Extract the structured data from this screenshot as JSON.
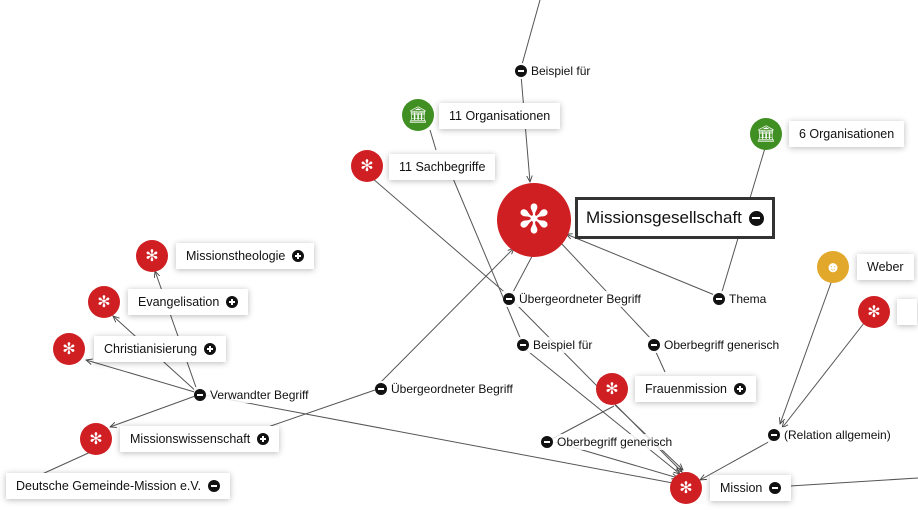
{
  "colors": {
    "concept": "#cf1f23",
    "organisation": "#3f8f22",
    "person": "#e2a82b",
    "edge": "#444444"
  },
  "nodes": {
    "missionsgesellschaft": {
      "label": "Missionsgesellschaft",
      "icon": "concept-icon"
    },
    "orgs11": {
      "label": "11 Organisationen",
      "icon": "building-icon"
    },
    "orgs6": {
      "label": "6 Organisationen",
      "icon": "building-icon"
    },
    "sach11": {
      "label": "11 Sachbegriffe",
      "icon": "concept-icon"
    },
    "missionstheologie": {
      "label": "Missionstheologie",
      "icon": "concept-icon"
    },
    "evangelisation": {
      "label": "Evangelisation",
      "icon": "concept-icon"
    },
    "christianisierung": {
      "label": "Christianisierung",
      "icon": "concept-icon"
    },
    "missionswissenschaft": {
      "label": "Missionswissenschaft",
      "icon": "concept-icon"
    },
    "deutsche": {
      "label": "Deutsche Gemeinde-Mission e.V."
    },
    "frauenmission": {
      "label": "Frauenmission",
      "icon": "concept-icon"
    },
    "mission": {
      "label": "Mission",
      "icon": "concept-icon"
    },
    "weber": {
      "label": "Weber",
      "icon": "person-icon"
    }
  },
  "edge_labels": {
    "beispiel_top": "Beispiel für",
    "uebergeordnet1": "Übergeordneter Begriff",
    "thema": "Thema",
    "oberbegriff1": "Oberbegriff generisch",
    "beispiel_mid": "Beispiel für",
    "verwandt": "Verwandter Begriff",
    "uebergeordnet2": "Übergeordneter Begriff",
    "oberbegriff2": "Oberbegriff generisch",
    "relation": "(Relation allgemein)"
  }
}
